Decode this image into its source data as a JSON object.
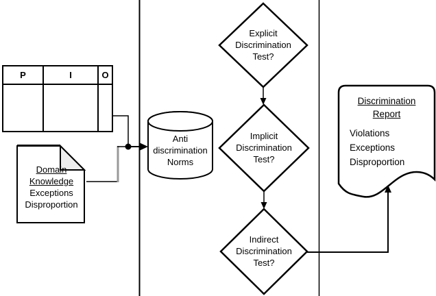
{
  "colors": {
    "line": "#000000",
    "background": "#ffffff",
    "fold_fill": "#eeeeee",
    "gray_segment": "#999999"
  },
  "nodes": {
    "dataset_table": {
      "headers": [
        "P",
        "I",
        "O"
      ]
    },
    "domain_knowledge_doc": {
      "underlined_lines": [
        "Domain",
        "Knowledge"
      ],
      "lines": [
        "Exceptions",
        "Disproportion"
      ]
    },
    "norms_database": {
      "lines": [
        "Anti",
        "discrimination",
        "Norms"
      ]
    },
    "explicit_test_decision": {
      "lines": [
        "Explicit",
        "Discrimination",
        "Test?"
      ]
    },
    "implicit_test_decision": {
      "lines": [
        "Implicit",
        "Discrimination",
        "Test?"
      ]
    },
    "indirect_test_decision": {
      "lines": [
        "Indirect",
        "Discrimination",
        "Test?"
      ]
    },
    "discrimination_report": {
      "underlined_lines": [
        "Discrimination",
        "Report"
      ],
      "lines": [
        "Violations",
        "Exceptions",
        "Disproportion"
      ]
    }
  }
}
